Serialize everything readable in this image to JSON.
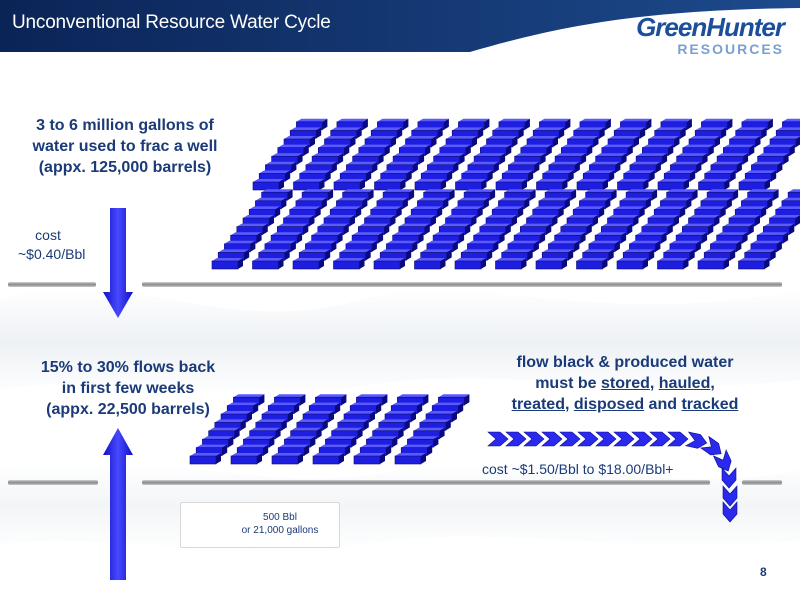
{
  "header": {
    "title": "Unconventional Resource Water Cycle",
    "bar_color": "#0d2a5e"
  },
  "logo": {
    "main": "GreenHunter",
    "sub": "RESOURCES"
  },
  "top_text": {
    "line1": "3 to 6 million gallons of",
    "line2": "water used to frac a well",
    "line3": "(appx. 125,000 barrels)"
  },
  "cost_top": {
    "line1": "cost",
    "line2": "~$0.40/Bbl"
  },
  "flowback_text": {
    "line1": "15% to 30% flows back",
    "line2": "in first few weeks",
    "line3": "(appx. 22,500 barrels)"
  },
  "produced_text": {
    "line1": "flow black & produced water",
    "line2_pre": "must be ",
    "stored": "stored",
    "comma1": ", ",
    "hauled": "hauled",
    "comma2": ",",
    "treated": "treated",
    "comma3": ", ",
    "disposed": "disposed",
    "and": " and ",
    "tracked": "tracked"
  },
  "cost_bottom": "cost ~$1.50/Bbl to $18.00/Bbl+",
  "legend": {
    "line1": "500 Bbl",
    "line2": "or 21,000 gallons"
  },
  "page_number": "8",
  "colors": {
    "text": "#1a3a78",
    "barrel": "#1e1ee0",
    "barrel_dark": "#0a0a80",
    "arrow": "#2222e0"
  }
}
